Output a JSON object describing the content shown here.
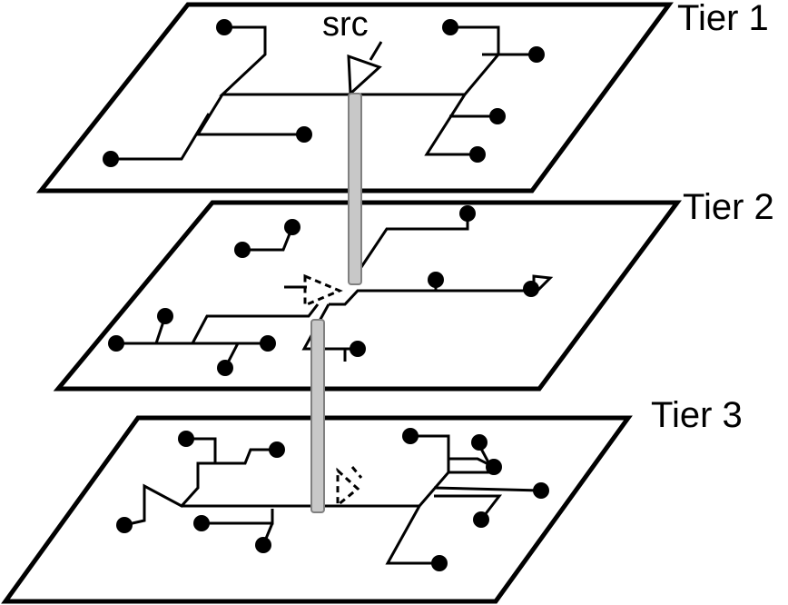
{
  "labels": {
    "src": "src",
    "tier1": "Tier 1",
    "tier2": "Tier 2",
    "tier3": "Tier 3"
  },
  "colors": {
    "line": "#000000",
    "plane_fill": "#ffffff",
    "tsv_fill": "#c8c8c8",
    "tsv_stroke": "#808080"
  }
}
